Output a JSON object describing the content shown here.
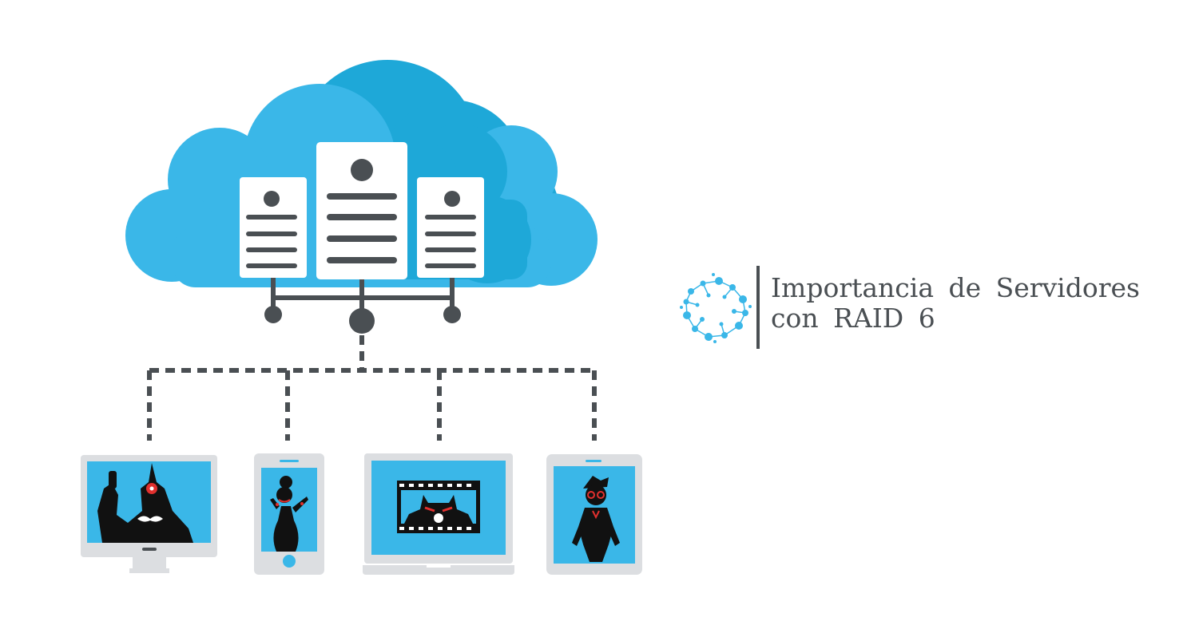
{
  "colors": {
    "cloud_light": "#3ab7e8",
    "cloud_dark": "#1ea8d8",
    "dark_gray": "#4a4f53",
    "device_frame": "#dcdee1",
    "screen_blue": "#3ab7e8",
    "accent_red": "#e0302e",
    "white": "#ffffff"
  },
  "brand": {
    "logo_icon": "network-ring-logo",
    "title_line1": "Importancia de Servidores",
    "title_line2": "con RAID 6"
  },
  "diagram": {
    "cloud_icon": "cloud-icon",
    "servers": [
      "server-icon",
      "server-icon",
      "server-icon"
    ],
    "devices": [
      "desktop-monitor-icon",
      "smartphone-icon",
      "laptop-icon",
      "tablet-icon"
    ]
  }
}
